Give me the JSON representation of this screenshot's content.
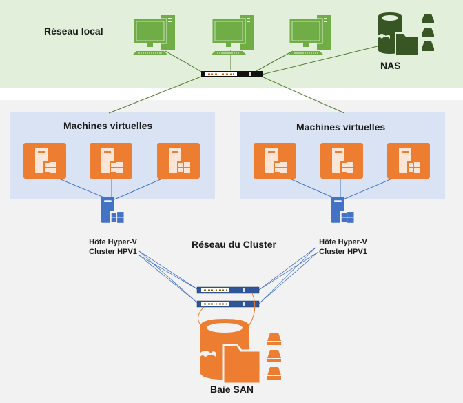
{
  "diagram": {
    "zones": {
      "lan": {
        "label": "Réseau local",
        "color": "#e2efda"
      },
      "cluster": {
        "label": "Réseau du Cluster",
        "color": "#f2f2f2"
      }
    },
    "vm_groups": [
      {
        "label": "Machines virtuelles",
        "vm_count": 3,
        "color": "#dae3f3"
      },
      {
        "label": "Machines virtuelles",
        "vm_count": 3,
        "color": "#dae3f3"
      }
    ],
    "hosts": [
      {
        "line1": "Hôte Hyper-V",
        "line2": "Cluster HPV1",
        "icon": "windows-server-icon"
      },
      {
        "line1": "Hôte Hyper-V",
        "line2": "Cluster HPV1",
        "icon": "windows-server-icon"
      }
    ],
    "lan_devices": {
      "workstations": 3,
      "nas": {
        "label": "NAS",
        "icon": "nas-storage-icon"
      },
      "switch": {
        "icon": "network-switch-icon"
      }
    },
    "san": {
      "label": "Baie SAN",
      "icon": "san-storage-icon",
      "switches": 2
    },
    "colors": {
      "workstation": "#70ad47",
      "nas": "#375623",
      "vm": "#ed7d31",
      "host": "#4472c4",
      "san": "#ed7d31",
      "lan_link": "#4e7a2e",
      "cluster_link": "#4472c4"
    }
  }
}
